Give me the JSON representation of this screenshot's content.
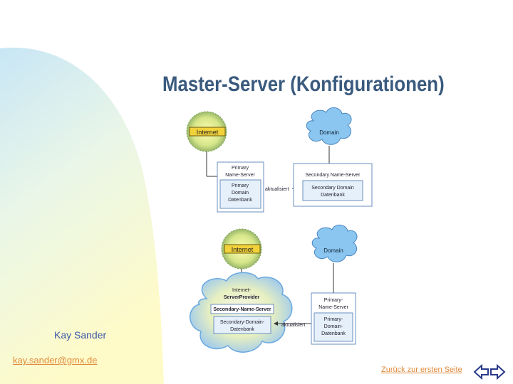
{
  "slide": {
    "title": "Master-Server (Konfigurationen)",
    "author": "Kay Sander",
    "email": "kay.sander@gmx.de",
    "back_link": "Zurück zur ersten Seite"
  },
  "diagram_top": {
    "internet_label": "Internet",
    "domain_label": "Domain",
    "primary_ns": [
      "Primary",
      "Name-Server"
    ],
    "primary_db": [
      "Primary",
      "Domain",
      "Datenbank"
    ],
    "update_label": "aktualisiert",
    "secondary_ns": "Secondary Name-Server",
    "secondary_db": [
      "Secondary Domain",
      "Datenbank"
    ]
  },
  "diagram_bottom": {
    "internet_label": "Internet",
    "domain_label": "Domain",
    "provider": [
      "Internet-",
      "ServerProvider"
    ],
    "secondary_ns": "Secondary-Name-Server",
    "secondary_db": [
      "Secondary-Domain-",
      "Datenbank"
    ],
    "update_label": "aktualisiert",
    "primary_ns": [
      "Primary-",
      "Name-Server"
    ],
    "primary_db": [
      "Primary-",
      "Domain-",
      "Datenbank"
    ]
  },
  "colors": {
    "title": "#3a5a7e",
    "wave_yellow": "#fffbd0",
    "wave_blue": "#c8e6f6",
    "cloud": "#8ac6f0",
    "link": "#e08a3a",
    "author": "#3b58a8"
  },
  "icons": [
    "gradient-wave-background",
    "internet-globe-icon",
    "domain-cloud-icon",
    "navigation-arrows-icon"
  ]
}
